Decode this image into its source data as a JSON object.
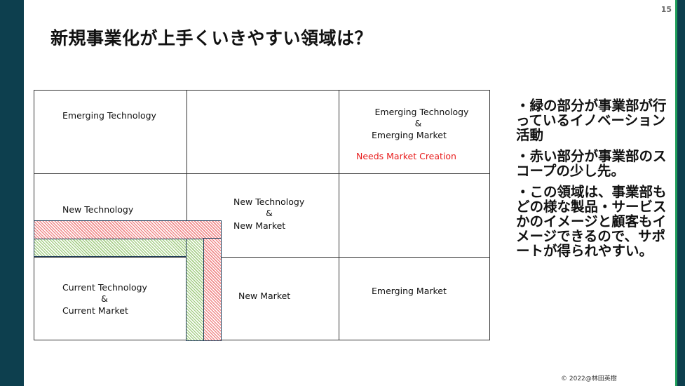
{
  "page_number": "15",
  "title": "新規事業化が上手くいきやすい領域は？",
  "grid": {
    "top_left": "Emerging Technology",
    "top_right_line1": "Emerging Technology",
    "top_right_amp": "&",
    "top_right_line2": "Emerging Market",
    "top_right_note": "Needs Market Creation",
    "mid_left": "New Technology",
    "mid_center_line1": "New Technology",
    "mid_center_amp": "&",
    "mid_center_line2": "New Market",
    "bottom_left_line1": "Current Technology",
    "bottom_left_amp": "&",
    "bottom_left_line2": "Current Market",
    "bottom_center": "New Market",
    "bottom_right": "Emerging Market"
  },
  "bullets": [
    "・緑の部分が事業部が行っているイノベーション活動",
    "・赤い部分が事業部のスコープの少し先。",
    "・この領域は、事業部もどの様な製品・サービスかのイメージと顧客もイメージできるので、サポートが得られやすい。"
  ],
  "copyright": "© 2022@林田英樹",
  "colors": {
    "band": "#0d3f4e",
    "accent": "#1f9e5a",
    "hatch_red": "#f08a8a",
    "hatch_green": "#a8d08a",
    "note_red": "#e81d1d"
  }
}
